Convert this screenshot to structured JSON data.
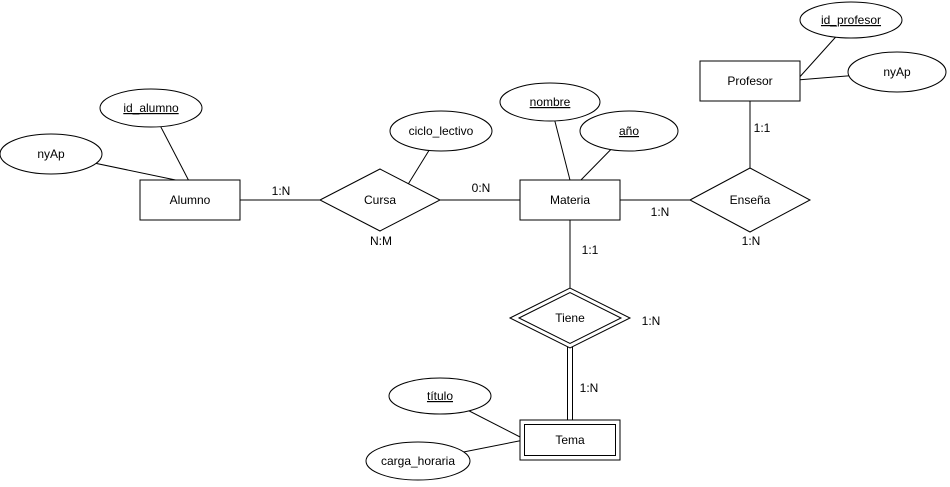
{
  "er": {
    "entities": {
      "alumno": {
        "label": "Alumno",
        "weak": false
      },
      "materia": {
        "label": "Materia",
        "weak": false
      },
      "profesor": {
        "label": "Profesor",
        "weak": false
      },
      "tema": {
        "label": "Tema",
        "weak": true
      }
    },
    "relationships": {
      "cursa": {
        "label": "Cursa",
        "identifying": false
      },
      "ensena": {
        "label": "Enseña",
        "identifying": false
      },
      "tiene": {
        "label": "Tiene",
        "identifying": true
      }
    },
    "attributes": {
      "id_alumno": {
        "label": "id_alumno",
        "key": true,
        "owner": "Alumno"
      },
      "nyap_alumno": {
        "label": "nyAp",
        "key": false,
        "owner": "Alumno"
      },
      "ciclo_lectivo": {
        "label": "ciclo_lectivo",
        "key": false,
        "owner": "Cursa"
      },
      "nombre": {
        "label": "nombre",
        "key": true,
        "owner": "Materia"
      },
      "anio": {
        "label": "año",
        "key": true,
        "owner": "Materia"
      },
      "id_profesor": {
        "label": "id_profesor",
        "key": true,
        "owner": "Profesor"
      },
      "nyap_profesor": {
        "label": "nyAp",
        "key": false,
        "owner": "Profesor"
      },
      "titulo": {
        "label": "título",
        "key": true,
        "owner": "Tema"
      },
      "carga_horaria": {
        "label": "carga_horaria",
        "key": false,
        "owner": "Tema"
      }
    },
    "cardinalities": {
      "alumno_cursa": "1:N",
      "cursa_materia": "0:N",
      "cursa_nm": "N:M",
      "materia_ensena": "1:N",
      "profesor_ensena": "1:1",
      "ensena_bottom": "1:N",
      "materia_tiene": "1:1",
      "tiene_right": "1:N",
      "tiene_tema": "1:N"
    },
    "colors": {
      "stroke": "#000000",
      "shape_fill": "#ffffff",
      "background": "#ffffff"
    }
  }
}
